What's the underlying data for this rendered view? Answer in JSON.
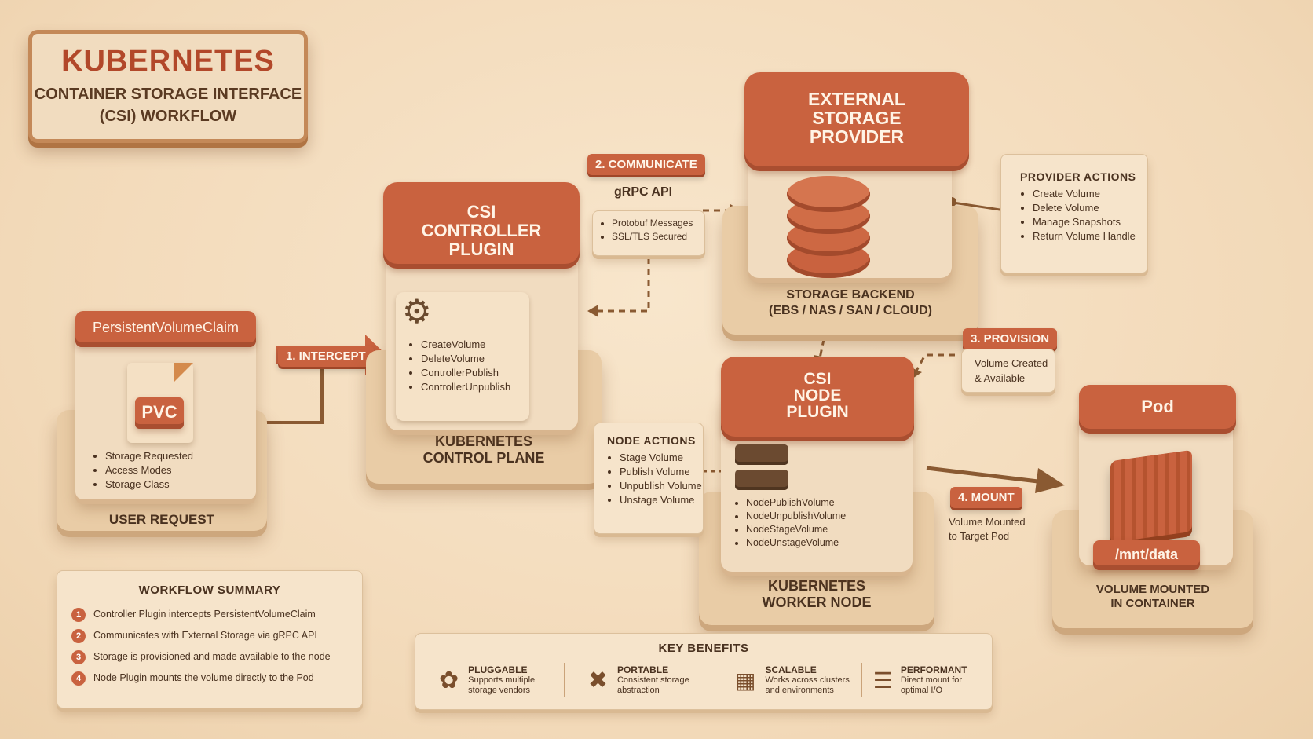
{
  "title": {
    "main": "KUBERNETES",
    "sub1": "CONTAINER STORAGE INTERFACE",
    "sub2": "(CSI) WORKFLOW"
  },
  "user_request": {
    "header": "PersistentVolumeClaim",
    "doc_label": "PVC",
    "items": [
      "Storage Requested",
      "Access Modes",
      "Storage Class"
    ],
    "base_label": "USER REQUEST"
  },
  "step1": {
    "label": "1. INTERCEPT"
  },
  "controller": {
    "top_lines": [
      "CSI",
      "CONTROLLER",
      "PLUGIN"
    ],
    "items": [
      "CreateVolume",
      "DeleteVolume",
      "ControllerPublish",
      "ControllerUnpublish"
    ],
    "base_lines": [
      "KUBERNETES",
      "CONTROL PLANE"
    ]
  },
  "step2": {
    "label": "2. COMMUNICATE",
    "caption": "gRPC API",
    "items": [
      "Protobuf Messages",
      "SSL/TLS Secured"
    ]
  },
  "provider": {
    "top_lines": [
      "EXTERNAL",
      "STORAGE",
      "PROVIDER"
    ],
    "base_lines": [
      "STORAGE BACKEND",
      "(EBS / NAS / SAN / CLOUD)"
    ]
  },
  "provider_actions": {
    "title": "PROVIDER ACTIONS",
    "items": [
      "Create Volume",
      "Delete Volume",
      "Manage Snapshots",
      "Return Volume Handle"
    ]
  },
  "step3": {
    "label": "3. PROVISION",
    "caption_lines": [
      "Volume Created",
      "& Available"
    ]
  },
  "node": {
    "top_lines": [
      "CSI",
      "NODE",
      "PLUGIN"
    ],
    "items": [
      "NodePublishVolume",
      "NodeUnpublishVolume",
      "NodeStageVolume",
      "NodeUnstageVolume"
    ],
    "base_lines": [
      "KUBERNETES",
      "WORKER NODE"
    ]
  },
  "node_actions": {
    "title": "NODE ACTIONS",
    "items": [
      "Stage Volume",
      "Publish Volume",
      "Unpublish Volume",
      "Unstage Volume"
    ]
  },
  "step4": {
    "label": "4. MOUNT",
    "caption_lines": [
      "Volume Mounted",
      "to Target Pod"
    ]
  },
  "pod": {
    "header": "Pod",
    "mount_path": "/mnt/data",
    "base_lines": [
      "VOLUME MOUNTED",
      "IN CONTAINER"
    ]
  },
  "workflow_summary": {
    "title": "WORKFLOW SUMMARY",
    "steps": [
      {
        "num": "1",
        "text": "Controller Plugin intercepts PersistentVolumeClaim"
      },
      {
        "num": "2",
        "text": "Communicates with External Storage via gRPC API"
      },
      {
        "num": "3",
        "text": "Storage is provisioned and made available to the node"
      },
      {
        "num": "4",
        "text": "Node Plugin mounts the volume directly to the Pod"
      }
    ]
  },
  "key_benefits": {
    "title": "KEY BENEFITS",
    "items": [
      {
        "title": "PLUGGABLE",
        "desc1": "Supports multiple",
        "desc2": "storage vendors",
        "icon": "puzzle-icon"
      },
      {
        "title": "PORTABLE",
        "desc1": "Consistent storage",
        "desc2": "abstraction",
        "icon": "tools-icon"
      },
      {
        "title": "SCALABLE",
        "desc1": "Works across clusters",
        "desc2": "and environments",
        "icon": "boxes-icon"
      },
      {
        "title": "PERFORMANT",
        "desc1": "Direct mount for",
        "desc2": "optimal I/O",
        "icon": "server-icon"
      }
    ]
  },
  "colors": {
    "accent": "#c9623f",
    "clay": "#f1dcc0",
    "text": "#4a3220"
  }
}
